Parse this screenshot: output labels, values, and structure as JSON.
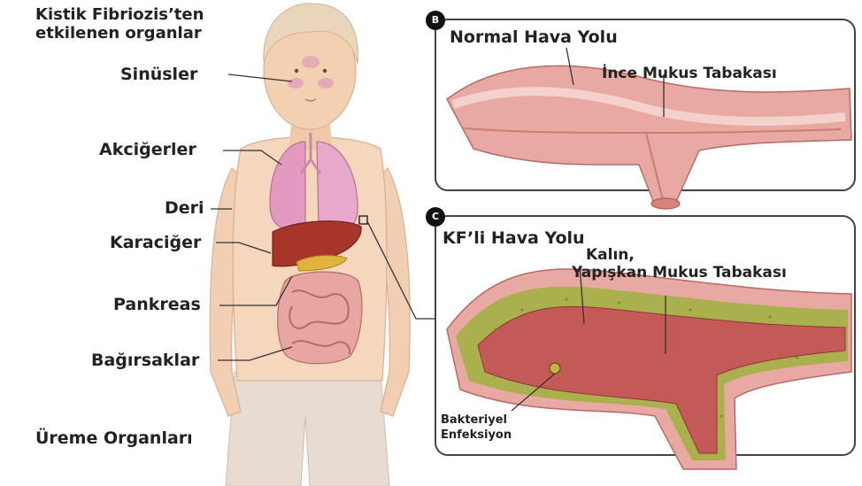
{
  "title": "Kistik Fibriozis’ten etkilenen organlar",
  "organs": {
    "sinuses": "Sinüsler",
    "lungs": "Akciğerler",
    "skin": "Deri",
    "liver": "Karaciğer",
    "pancreas": "Pankreas",
    "intestines": "Bağırsaklar",
    "reproductive": "Üreme Organları"
  },
  "panel_b": {
    "badge": "B",
    "title": "Normal Hava Yolu",
    "label": "İnce Mukus Tabakası"
  },
  "panel_c": {
    "badge": "C",
    "title": "KF’li Hava Yolu",
    "label_line1": "Kalın,",
    "label_line2": "Yapışkan Mukus Tabakası",
    "infection_line1": "Bakteriyel",
    "infection_line2": "Enfeksiyon"
  },
  "colors": {
    "skin": "#f3d3b8",
    "lung": "#e39ac0",
    "liver": "#a8352a",
    "pancreas": "#e0b43c",
    "intestine": "#e8a6a3",
    "airway": "#e9a9a3",
    "airway_inner": "#c45a58",
    "mucus": "#9fb23e"
  }
}
